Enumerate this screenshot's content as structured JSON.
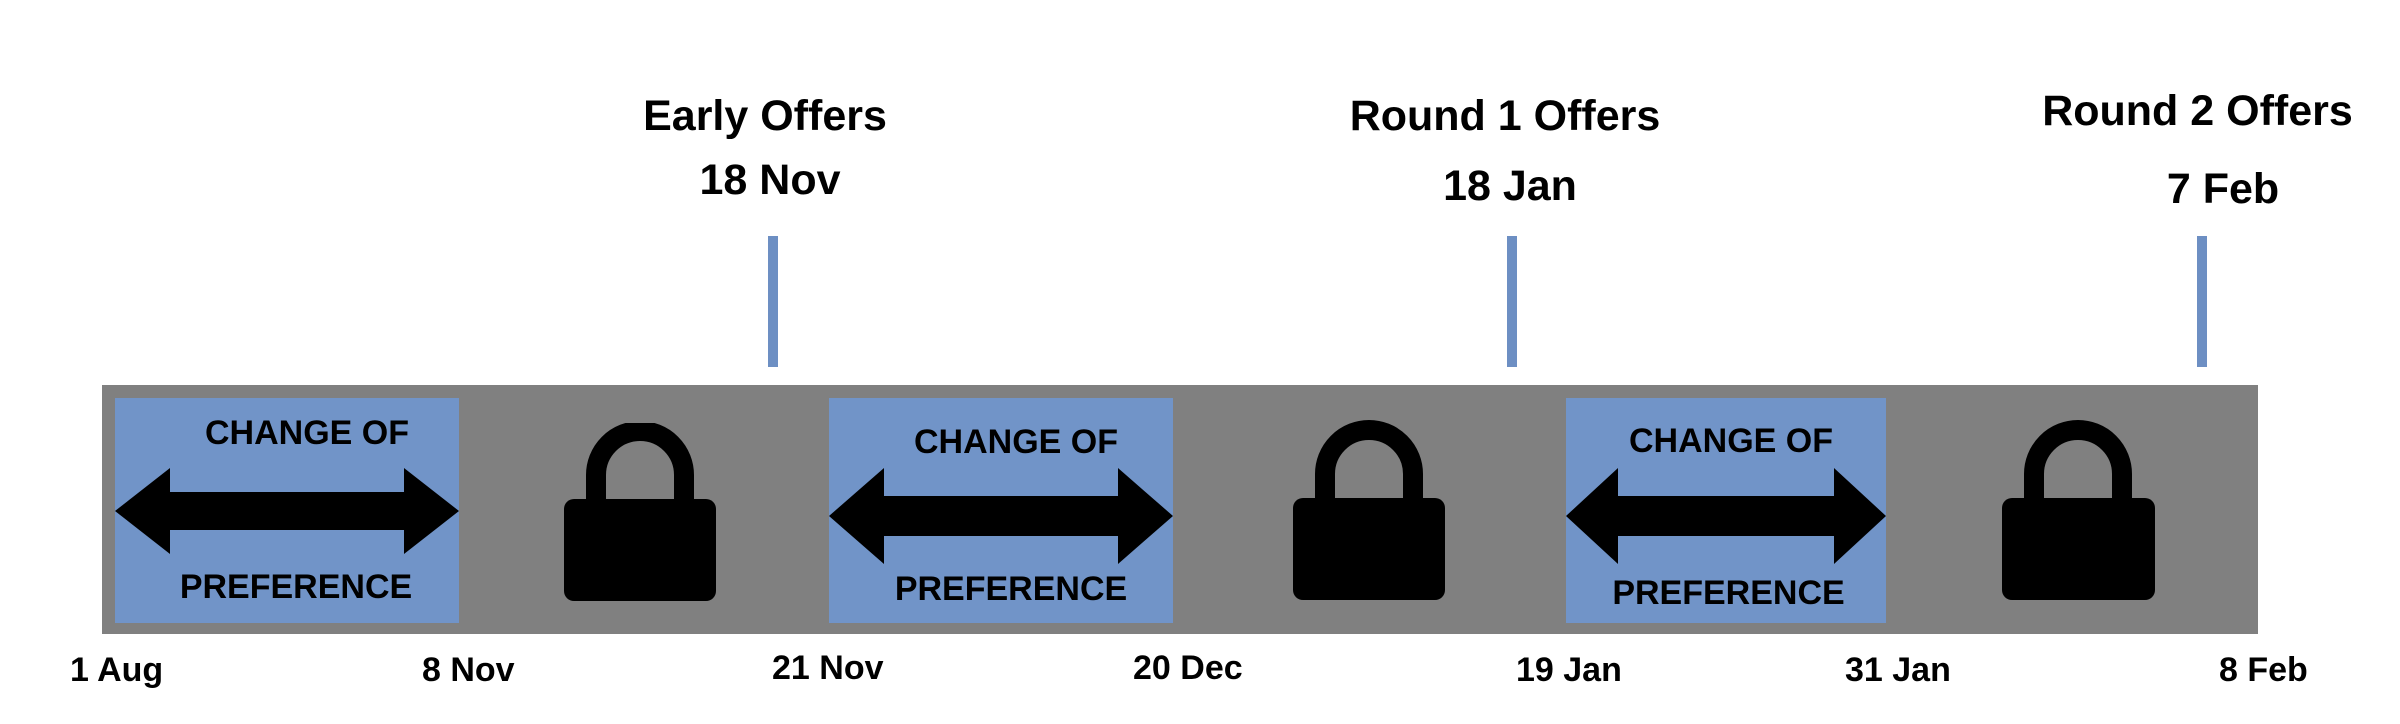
{
  "offers": [
    {
      "title": "Early Offers",
      "date": "18 Nov"
    },
    {
      "title": "Round 1 Offers",
      "date": "18 Jan"
    },
    {
      "title": "Round 2 Offers",
      "date": "7 Feb"
    }
  ],
  "change_of_preference": {
    "line1": "CHANGE OF",
    "line2": "PREFERENCE"
  },
  "timeline_dates": [
    "1 Aug",
    "8 Nov",
    "21 Nov",
    "20 Dec",
    "19 Jan",
    "31 Jan",
    "8 Feb"
  ],
  "icons": [
    "double-arrow-icon",
    "lock-icon"
  ],
  "colors": {
    "band": "#808080",
    "preference_box": "#7194c8",
    "marker": "#6d8fc3",
    "icon": "#000000"
  }
}
